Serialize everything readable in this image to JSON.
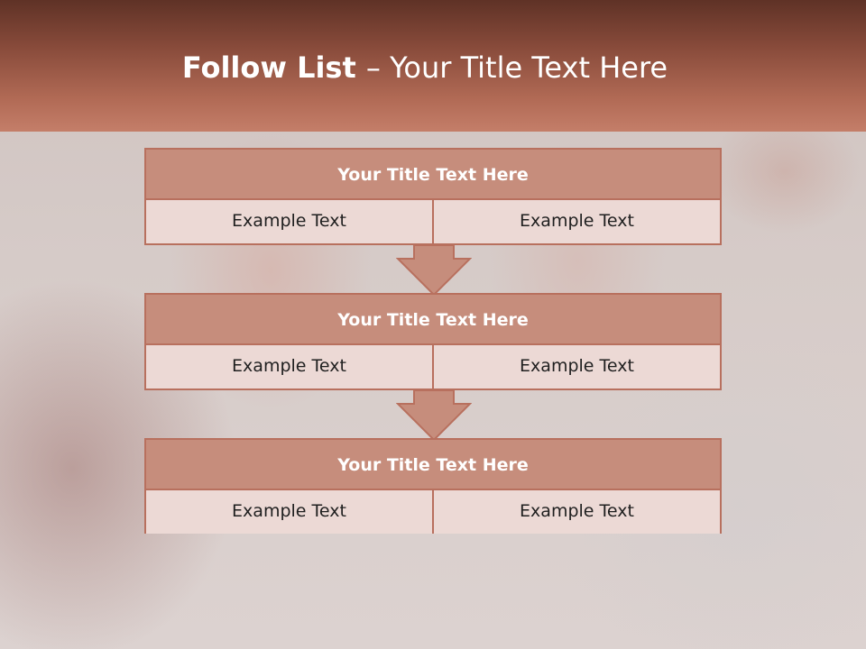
{
  "title": {
    "strong": "Follow List ",
    "rest": " – Your Title Text Here"
  },
  "steps": [
    {
      "title": "Your Title Text Here",
      "cells": [
        "Example Text",
        "Example Text"
      ]
    },
    {
      "title": "Your Title Text Here",
      "cells": [
        "Example Text",
        "Example Text"
      ]
    },
    {
      "title": "Your Title Text Here",
      "cells": [
        "Example Text",
        "Example Text"
      ]
    }
  ],
  "colors": {
    "header_top": "#5f3226",
    "header_bottom": "#c47e69",
    "box_title_fill": "#c68d7c",
    "box_cell_fill": "#ecd9d5",
    "border": "#b8705e"
  }
}
